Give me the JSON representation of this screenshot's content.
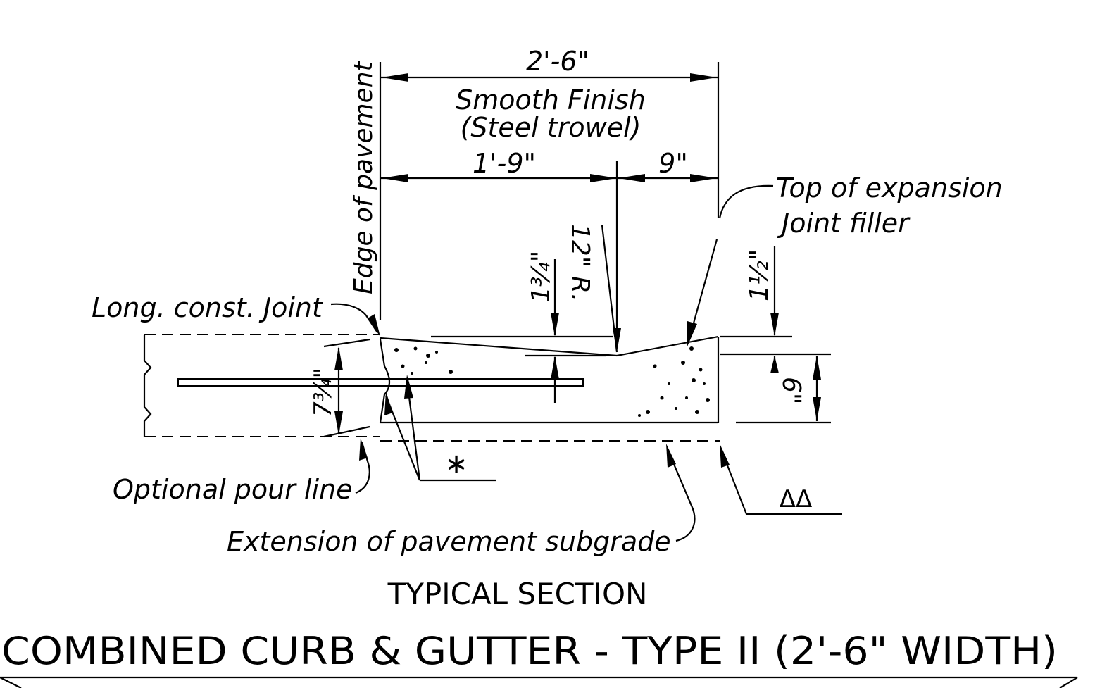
{
  "dimensions": {
    "overall_width": "2'-6\"",
    "gutter_width": "1'-9\"",
    "curb_width": "9\"",
    "pavement_thickness": "7¾\"",
    "gutter_drop": "1¾\"",
    "radius": "12\" R.",
    "curb_rise": "1½\"",
    "curb_depth": "6\""
  },
  "notes": {
    "finish_line1": "Smooth Finish",
    "finish_line2": "(Steel trowel)",
    "edge_of_pavement": "Edge of pavement",
    "long_joint": "Long. const. Joint",
    "expansion_line1": "Top of expansion",
    "expansion_line2": "Joint filler",
    "optional_pour": "Optional pour line",
    "subgrade": "Extension of pavement subgrade",
    "asterisk": "∗",
    "delta": "ΔΔ"
  },
  "section_title": "TYPICAL SECTION",
  "main_title": "COMBINED CURB & GUTTER - TYPE II (2'-6\" WIDTH)"
}
